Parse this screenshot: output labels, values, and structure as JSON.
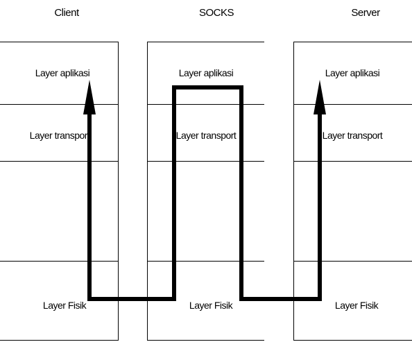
{
  "columns": [
    {
      "name": "Client",
      "layers": {
        "application": "Layer aplikasi",
        "transport": "Layer transport",
        "physical": "Layer Fisik"
      }
    },
    {
      "name": "SOCKS",
      "layers": {
        "application": "Layer aplikasi",
        "transport": "Layer transport",
        "physical": "Layer Fisik"
      }
    },
    {
      "name": "Server",
      "layers": {
        "application": "Layer aplikasi",
        "transport": "Layer transport",
        "physical": "Layer Fisik"
      }
    }
  ],
  "colors": {
    "line": "#000000",
    "background": "#ffffff"
  }
}
